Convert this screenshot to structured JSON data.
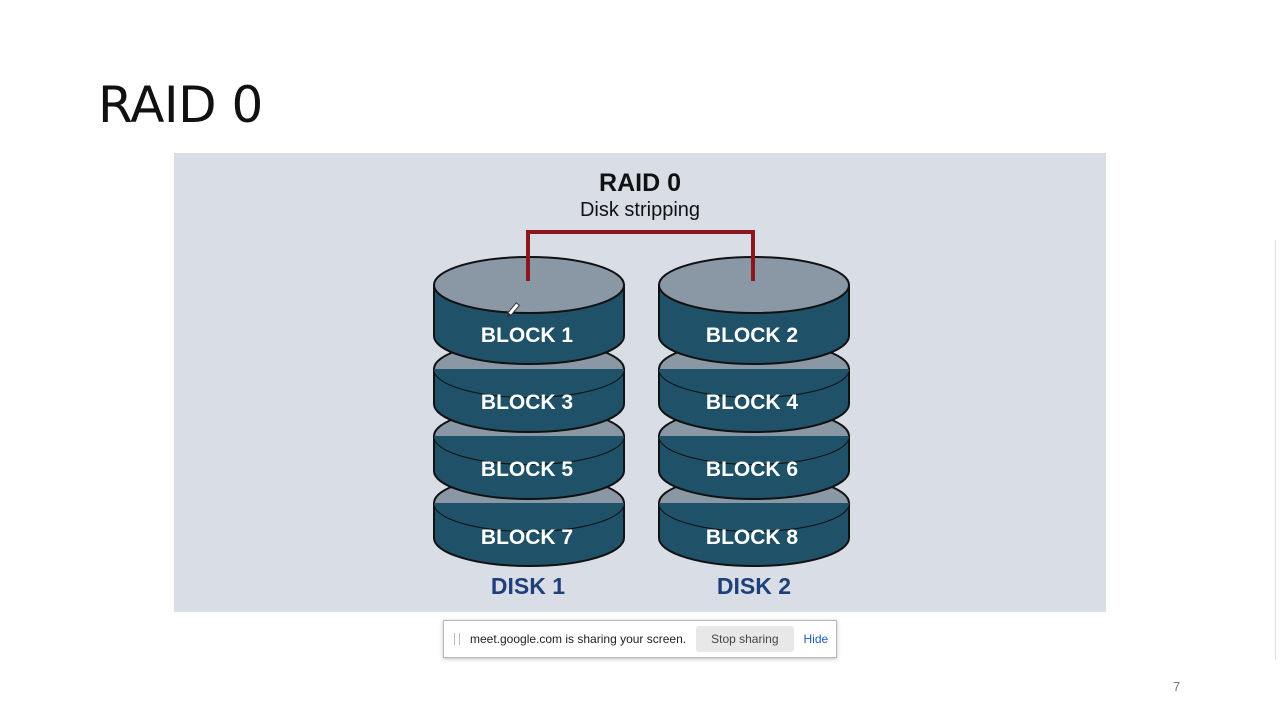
{
  "slide": {
    "title": "RAID 0",
    "page_number": "7"
  },
  "diagram": {
    "title": "RAID 0",
    "subtitle": "Disk stripping",
    "disks": [
      {
        "label": "DISK 1",
        "blocks": [
          "BLOCK 1",
          "BLOCK 3",
          "BLOCK 5",
          "BLOCK 7"
        ]
      },
      {
        "label": "DISK 2",
        "blocks": [
          "BLOCK 2",
          "BLOCK 4",
          "BLOCK 6",
          "BLOCK 8"
        ]
      }
    ],
    "colors": {
      "background": "#d9dee6",
      "platter_side": "#1f5168",
      "platter_top": "#8a98a6",
      "connector": "#8c1620",
      "disk_label": "#1e3f7a",
      "block_text": "#ffffff"
    }
  },
  "share_bar": {
    "message": "meet.google.com is sharing your screen.",
    "stop_label": "Stop sharing",
    "hide_label": "Hide"
  }
}
